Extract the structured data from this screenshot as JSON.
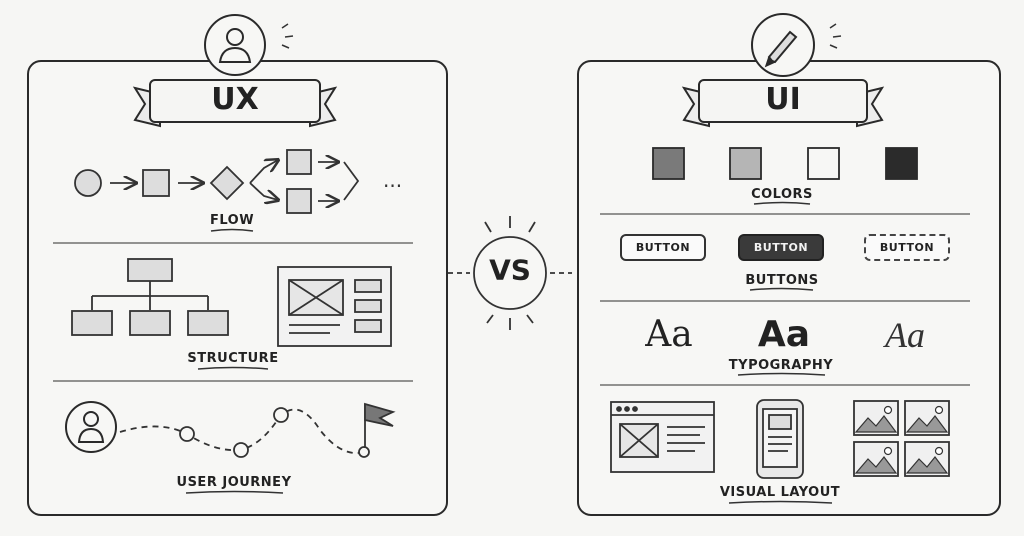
{
  "ux": {
    "title": "UX",
    "flow_label": "FLOW",
    "flow_ellipsis": "...",
    "structure_label": "STRUCTURE",
    "journey_label": "USER JOURNEY"
  },
  "ui": {
    "title": "UI",
    "colors_label": "COLORS",
    "buttons": [
      "BUTTON",
      "BUTTON",
      "BUTTON"
    ],
    "buttons_label": "BUTTONS",
    "type_samples": [
      "Aa",
      "Aa",
      "Aa"
    ],
    "typography_label": "TYPOGRAPHY",
    "layout_label": "VISUAL LAYOUT",
    "swatch_colors": [
      "#7a7a7a",
      "#b5b5b5",
      "#f7f7f5",
      "#2b2b2b"
    ]
  },
  "vs_label": "VS"
}
